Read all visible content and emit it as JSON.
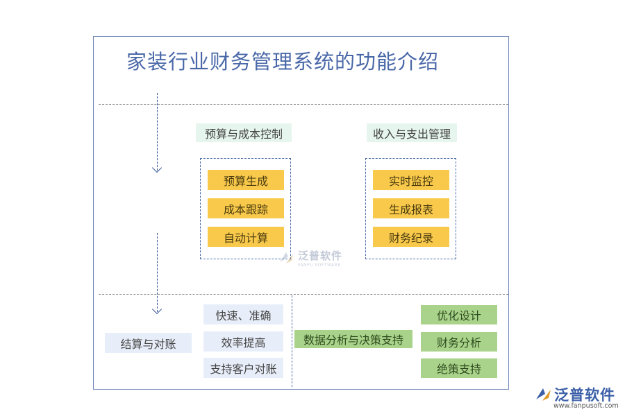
{
  "title": "家装行业财务管理系统的功能介绍",
  "budget_section": {
    "header": "预算与成本控制",
    "items": [
      "预算生成",
      "成本跟踪",
      "自动计算"
    ]
  },
  "income_section": {
    "header": "收入与支出管理",
    "items": [
      "实时监控",
      "生成报表",
      "财务纪录"
    ]
  },
  "settlement": {
    "label": "结算与对账",
    "items": [
      "快速、准确",
      "效率提高",
      "支持客户对账"
    ]
  },
  "analysis": {
    "label": "数据分析与决策支持",
    "items": [
      "优化设计",
      "财务分析",
      "绝策支持"
    ]
  },
  "watermark": {
    "cn": "泛普软件",
    "en": "FANPU SOFTWARE"
  },
  "logo": {
    "cn": "泛普软件",
    "url": "www.fanpusoft.com"
  },
  "colors": {
    "title": "#4a68a8",
    "mint": "#e6f6ee",
    "yellow": "#f8c94a",
    "lavender": "#e8eef9",
    "green": "#a9d38a",
    "frame": "#6f86b8"
  }
}
